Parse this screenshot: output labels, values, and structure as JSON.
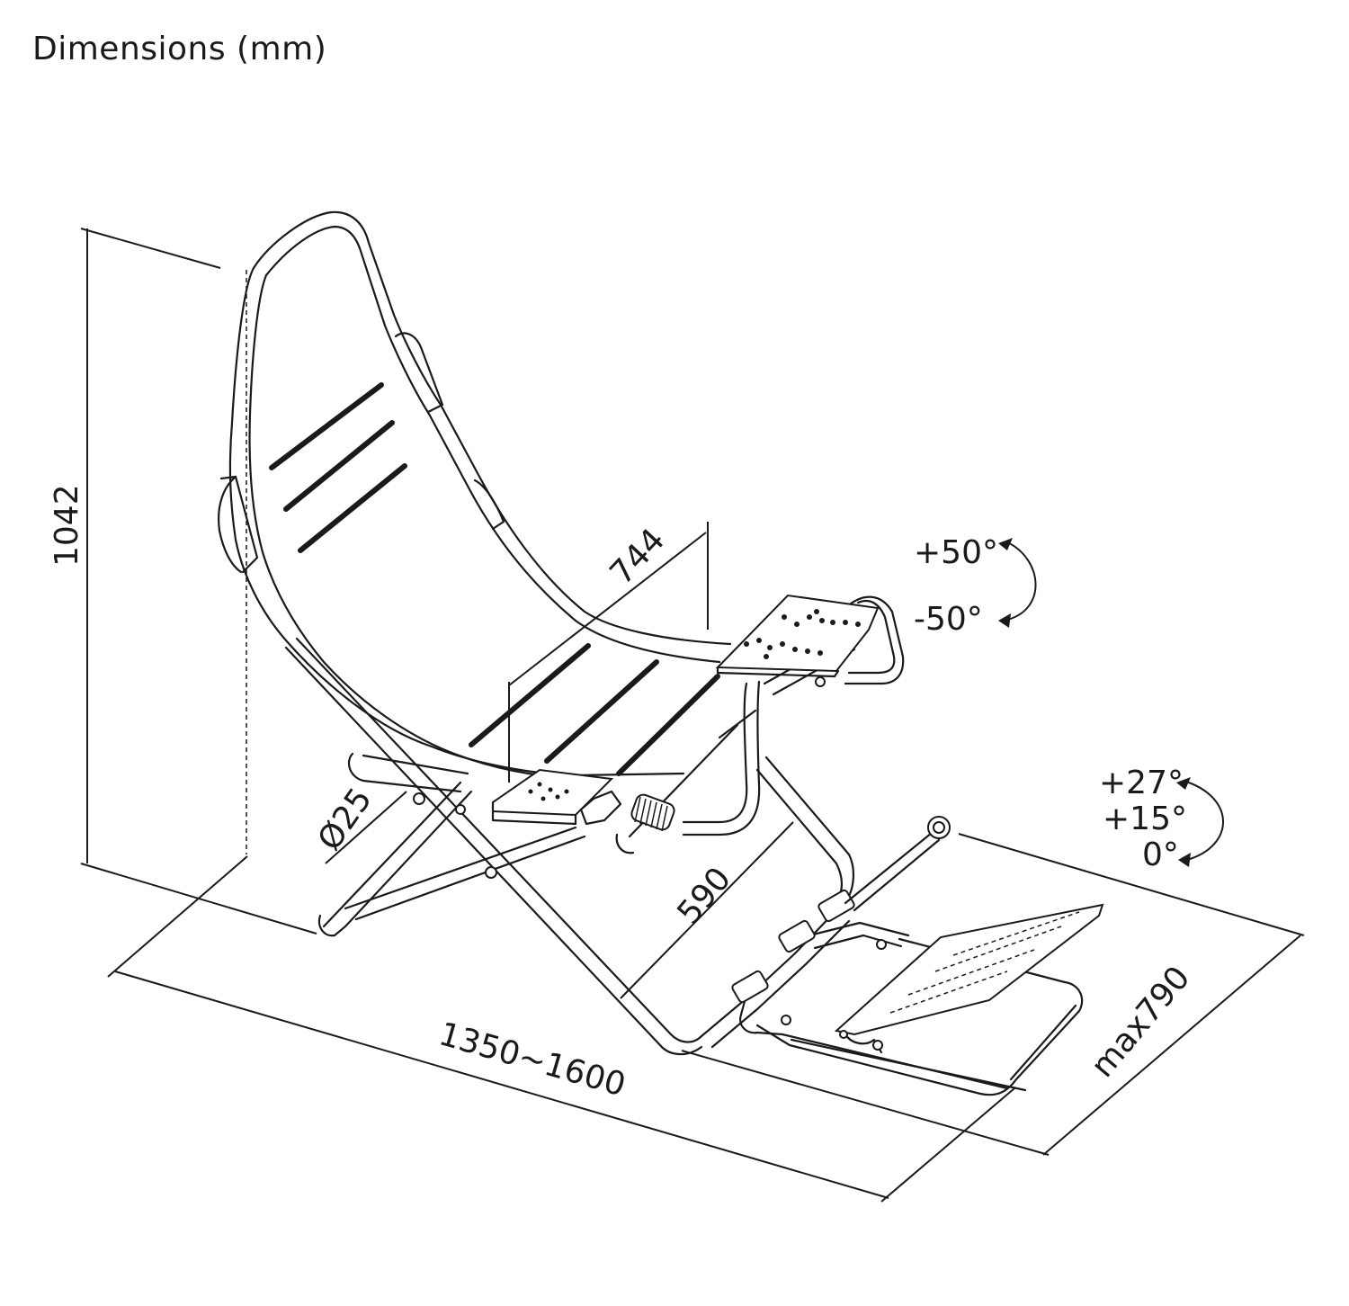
{
  "title": "Dimensions (mm)",
  "dimensions": {
    "height": "1042",
    "seat_width": "744",
    "tube_diameter": "Ø25",
    "seat_to_pedal": "590",
    "length": "1350~1600",
    "pedal_width": "max790"
  },
  "wheel_tilt": {
    "up": "+50°",
    "down": "-50°"
  },
  "pedal_angles": {
    "a": "+27°",
    "b": "+15°",
    "c": "0°"
  }
}
